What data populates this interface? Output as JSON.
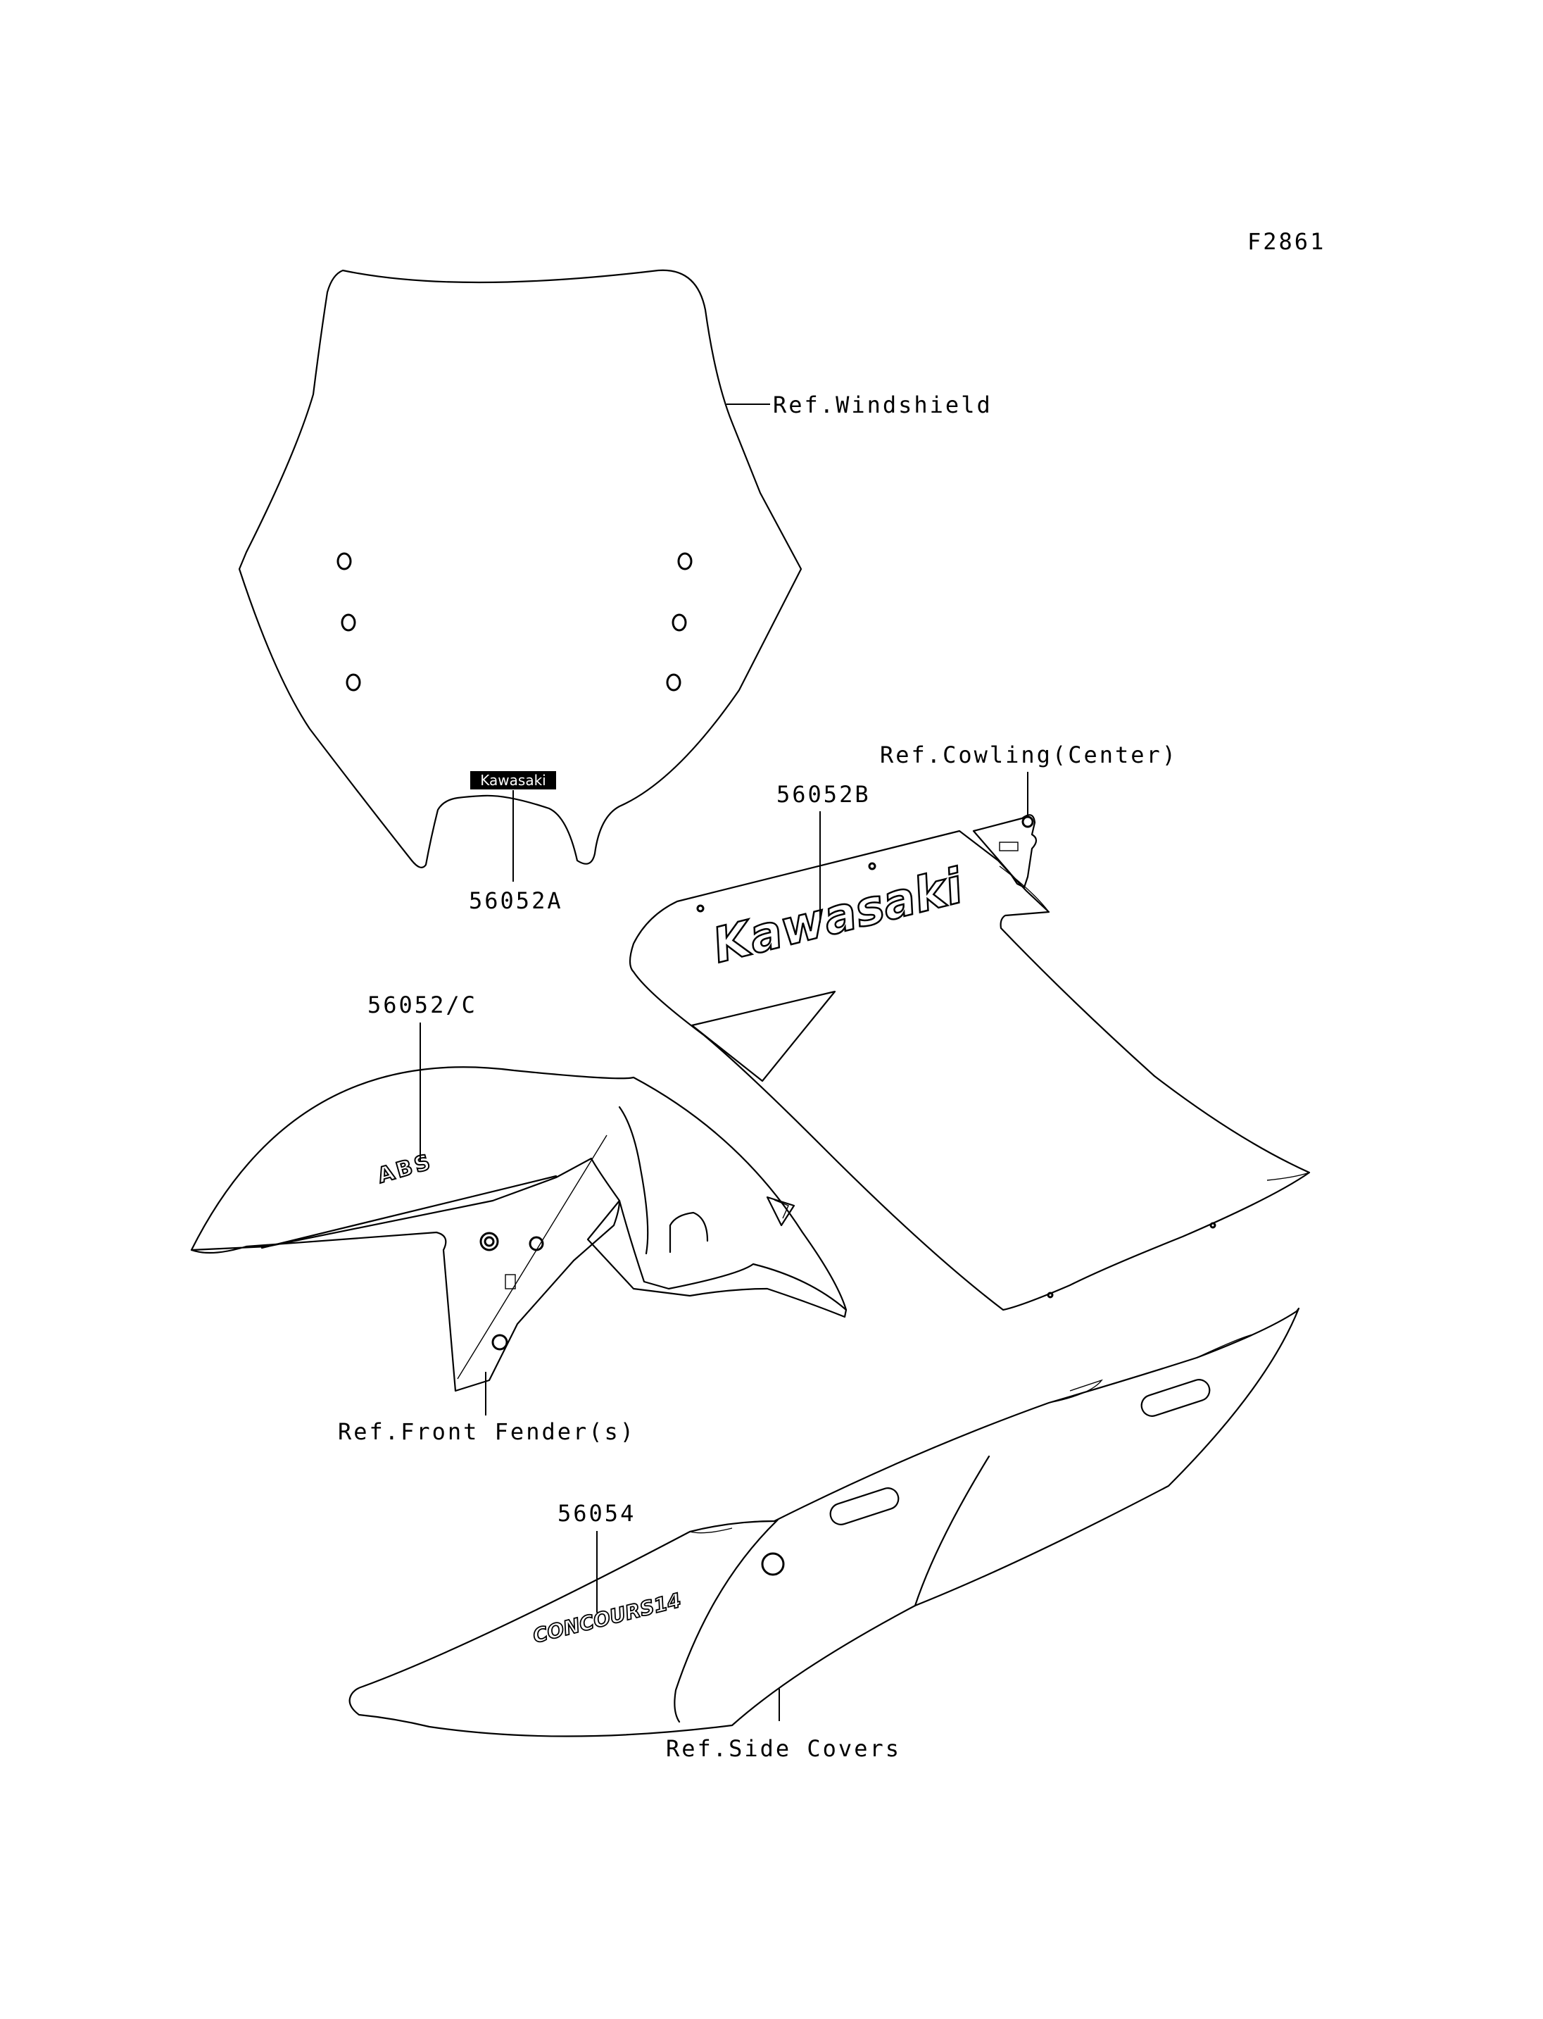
{
  "figure_code": "F2861",
  "callouts": {
    "windshield": "Ref.Windshield",
    "decal_a": "56052A",
    "cowling_ref": "Ref.Cowling(Center)",
    "decal_b": "56052B",
    "decal_c": "56052/C",
    "fender_ref": "Ref.Front Fender(s)",
    "decal_side": "56054",
    "side_covers_ref": "Ref.Side Covers"
  },
  "decal_text": {
    "windshield_badge": "Kawasaki",
    "cowling_logo": "Kawasaki",
    "fender_badge": "ABS",
    "side_badge": "CONCOURS14"
  }
}
